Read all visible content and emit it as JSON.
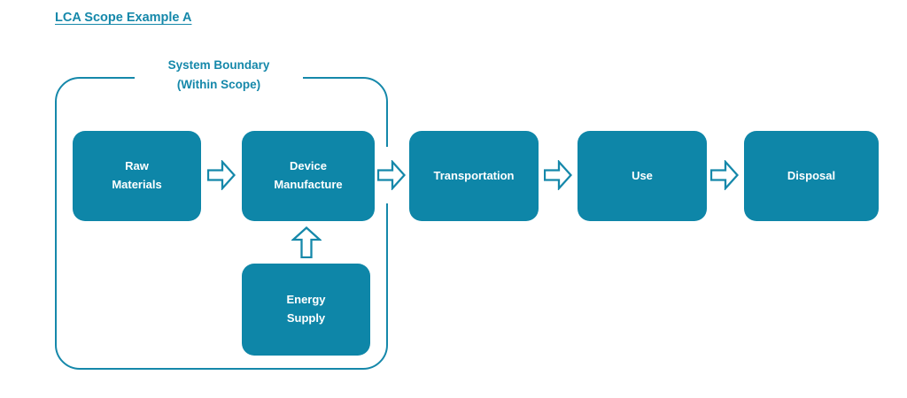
{
  "title": "LCA Scope Example A",
  "colors": {
    "teal_fill": "#0E86A8",
    "teal_stroke": "#1588AA",
    "node_text": "#FFFFFF",
    "background": "#FFFFFF"
  },
  "system_boundary": {
    "label_line1": "System Boundary",
    "label_line2": "(Within Scope)"
  },
  "nodes": [
    {
      "id": "raw-materials",
      "lines": [
        "Raw",
        "Materials"
      ],
      "within_scope": true
    },
    {
      "id": "device-manufacture",
      "lines": [
        "Device",
        "Manufacture"
      ],
      "within_scope": true
    },
    {
      "id": "transportation",
      "lines": [
        "Transportation"
      ],
      "within_scope": false
    },
    {
      "id": "use",
      "lines": [
        "Use"
      ],
      "within_scope": false
    },
    {
      "id": "disposal",
      "lines": [
        "Disposal"
      ],
      "within_scope": false
    },
    {
      "id": "energy-supply",
      "lines": [
        "Energy",
        "Supply"
      ],
      "within_scope": true
    }
  ],
  "flows": [
    {
      "from": "raw-materials",
      "to": "device-manufacture",
      "direction": "right"
    },
    {
      "from": "device-manufacture",
      "to": "transportation",
      "direction": "right",
      "crosses_boundary": true
    },
    {
      "from": "transportation",
      "to": "use",
      "direction": "right"
    },
    {
      "from": "use",
      "to": "disposal",
      "direction": "right"
    },
    {
      "from": "energy-supply",
      "to": "device-manufacture",
      "direction": "up"
    }
  ]
}
